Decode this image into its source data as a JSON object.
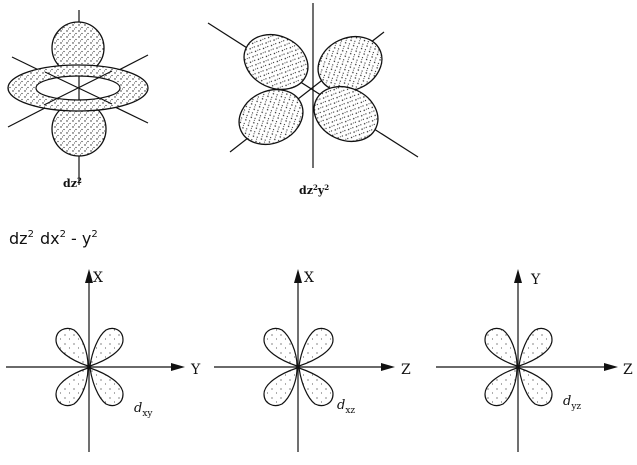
{
  "top_row": {
    "dz2_caption": {
      "base": "dz",
      "sup": "2"
    },
    "dx2y2_caption": {
      "base1": "dz",
      "sup1": "2",
      "base2": "y",
      "sup2": "2"
    }
  },
  "middle_text": {
    "a_base": "dz",
    "a_sup": "2",
    "b_base": "dx",
    "b_sup": "2",
    "b_mid": " - y",
    "b_sup2": "2"
  },
  "bottom_row": [
    {
      "vertical_axis": "X",
      "horizontal_axis": "Y",
      "label_base": "d",
      "label_sub": "xy"
    },
    {
      "vertical_axis": "X",
      "horizontal_axis": "Z",
      "label_base": "d",
      "label_sub": "xz"
    },
    {
      "vertical_axis": "Y",
      "horizontal_axis": "Z",
      "label_base": "d",
      "label_sub": "yz"
    }
  ]
}
